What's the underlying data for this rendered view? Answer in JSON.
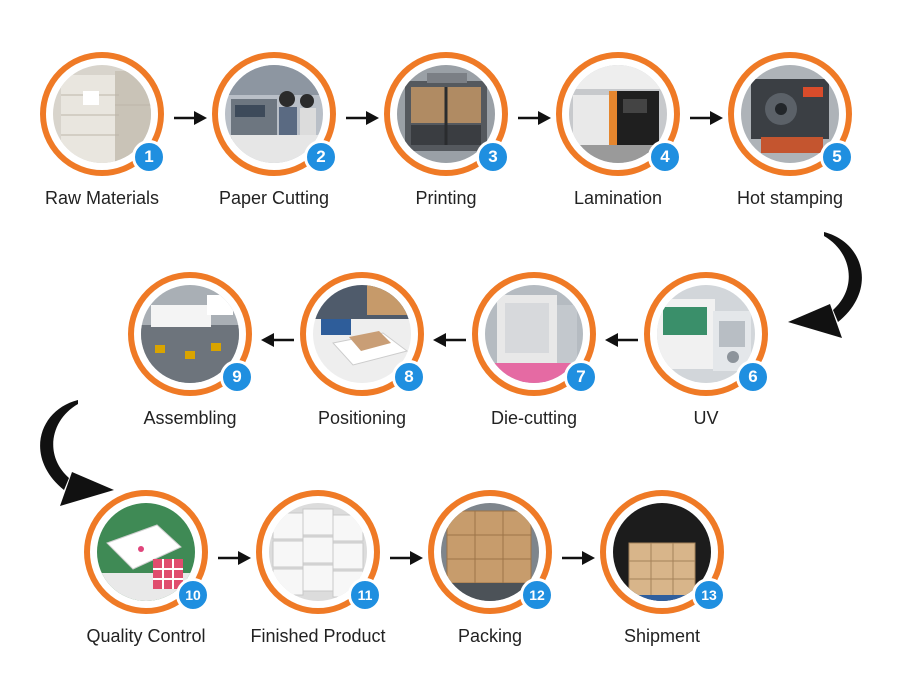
{
  "steps": [
    {
      "number": "1",
      "label": "Raw Materials"
    },
    {
      "number": "2",
      "label": "Paper Cutting"
    },
    {
      "number": "3",
      "label": "Printing"
    },
    {
      "number": "4",
      "label": "Lamination"
    },
    {
      "number": "5",
      "label": "Hot stamping"
    },
    {
      "number": "6",
      "label": "UV"
    },
    {
      "number": "7",
      "label": "Die-cutting"
    },
    {
      "number": "8",
      "label": "Positioning"
    },
    {
      "number": "9",
      "label": "Assembling"
    },
    {
      "number": "10",
      "label": "Quality Control"
    },
    {
      "number": "11",
      "label": "Finished Product"
    },
    {
      "number": "12",
      "label": "Packing"
    },
    {
      "number": "13",
      "label": "Shipment"
    }
  ],
  "colors": {
    "ring": "#ef7a26",
    "badge": "#1f8fe0",
    "arrow": "#111111"
  },
  "icons": [
    "arrow-right-icon",
    "arrow-left-icon",
    "curved-arrow-icon"
  ]
}
